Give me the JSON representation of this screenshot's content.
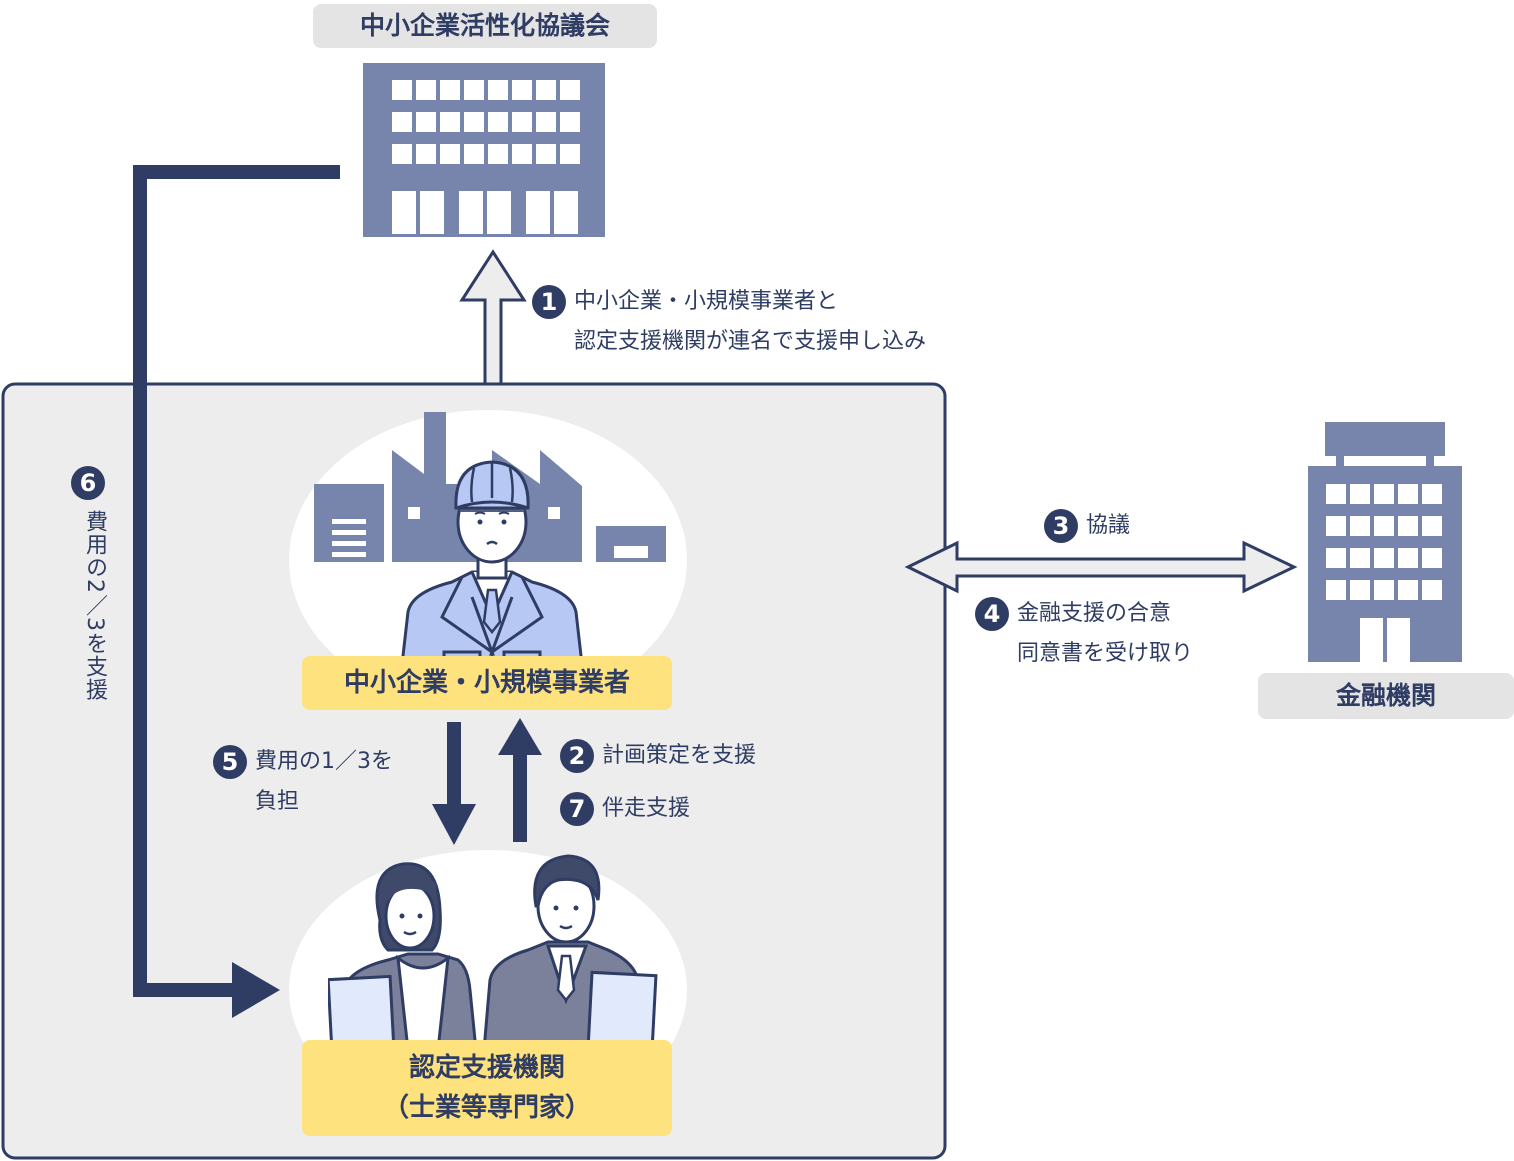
{
  "colors": {
    "navy": "#2f3c63",
    "building": "#7785ad",
    "panel_bg": "#ededed",
    "tag_gray": "#e4e4e4",
    "tag_yellow": "#fde27e",
    "worker_blue": "#b8c8f5",
    "suit_gray": "#7b819a",
    "paper_blue": "#e1eafd"
  },
  "nodes": {
    "council": {
      "label": "中小企業活性化協議会",
      "icon": "office-building-icon"
    },
    "sme": {
      "label": "中小企業・小規模事業者",
      "icon": "factory-worker-icon"
    },
    "support_org": {
      "label_line1": "認定支援機関",
      "label_line2": "（士業等専門家）",
      "icon": "professionals-icon"
    },
    "bank": {
      "label": "金融機関",
      "icon": "bank-building-icon"
    }
  },
  "steps": [
    {
      "number": "1",
      "text": "中小企業・小規模事業者と\n認定支援機関が連名で支援申し込み"
    },
    {
      "number": "2",
      "text": "計画策定を支援"
    },
    {
      "number": "3",
      "text": "協議"
    },
    {
      "number": "4",
      "text": "金融支援の合意\n同意書を受け取り"
    },
    {
      "number": "5",
      "text": "費用の1／3を\n負担"
    },
    {
      "number": "6",
      "text": "費用の2／3を支援"
    },
    {
      "number": "7",
      "text": "伴走支援"
    }
  ]
}
